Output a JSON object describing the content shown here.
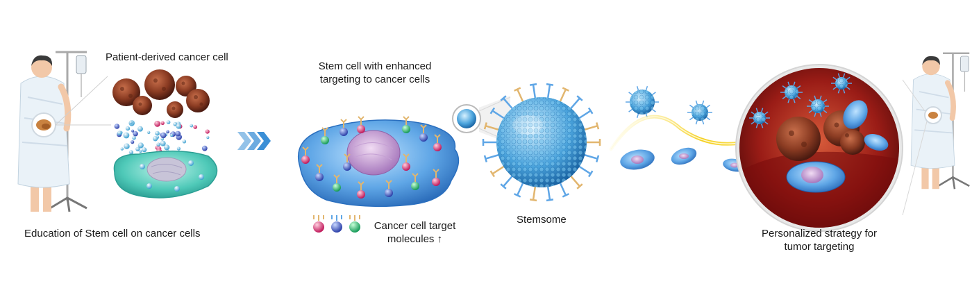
{
  "labels": {
    "patient_derived": "Patient-derived cancer cell",
    "education": "Education of Stem cell on cancer cells",
    "stem_enhanced_1": "Stem cell with enhanced",
    "stem_enhanced_2": "targeting to cancer cells",
    "target_molecules_1": "Cancer cell target",
    "target_molecules_2": "molecules ↑",
    "stemsome": "Stemsome",
    "personalized_1": "Personalized strategy for",
    "personalized_2": "tumor targeting"
  },
  "colors": {
    "cancer_cell": "#8a3b22",
    "stem_cell_teal": "#4fc9b8",
    "stem_cell_blue": "#3c7fd0",
    "nucleus": "#b58ac8",
    "arrow": "#3b8fd6",
    "receptor": "#e2b66f",
    "tumor_bg": "#8b1414",
    "beam": "#f5d020"
  }
}
